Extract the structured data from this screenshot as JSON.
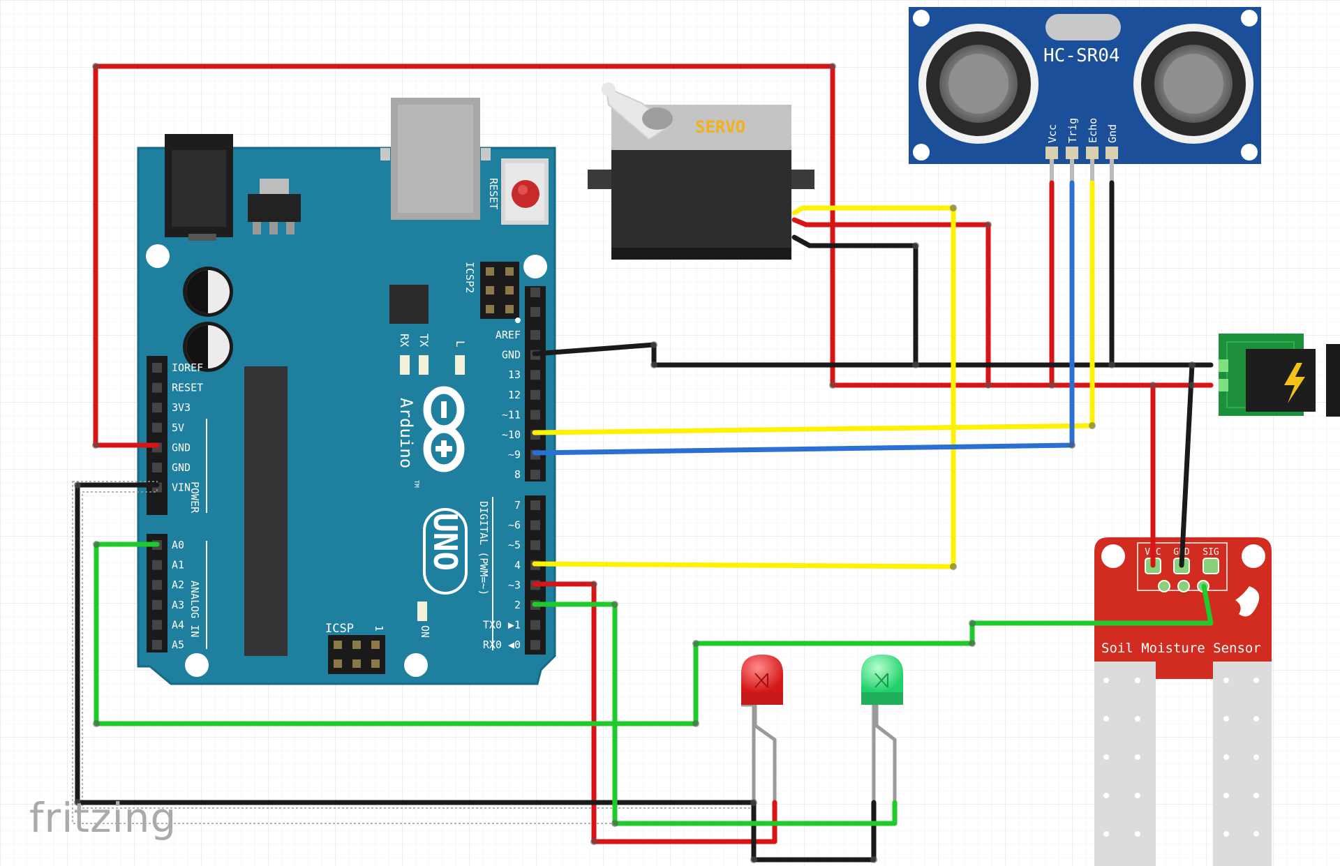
{
  "app": {
    "brand_text": "fritzing"
  },
  "arduino": {
    "reset_label": "RESET",
    "icsp2_label": "ICSP2",
    "icsp_label": "ICSP",
    "icsp_pin1": "1",
    "rx_label": "RX",
    "tx_label": "TX",
    "l_label": "L",
    "on_label": "ON",
    "brand_label": "Arduino",
    "tm_label": "TM",
    "model_label": "UNO",
    "power_label": "POWER",
    "analog_label": "ANALOG IN",
    "digital_label": "DIGITAL (PWM=~)",
    "power_pins": [
      "IOREF",
      "RESET",
      "3V3",
      "5V",
      "GND",
      "GND",
      "VIN"
    ],
    "analog_pins": [
      "A0",
      "A1",
      "A2",
      "A3",
      "A4",
      "A5"
    ],
    "digital_top_pins": [
      "AREF",
      "GND",
      "13",
      "12",
      "~11",
      "~10",
      "~9",
      "8"
    ],
    "digital_bottom_pins": [
      "7",
      "~6",
      "~5",
      "4",
      "~3",
      "2",
      "TX0 ▶1",
      "RX0 ◀0"
    ]
  },
  "servo": {
    "label": "SERVO"
  },
  "ultrasonic": {
    "model": "HC-SR04",
    "pins": [
      "Vcc",
      "Trig",
      "Echo",
      "Gnd"
    ]
  },
  "soil_sensor": {
    "label": "Soil Moisture Sensor",
    "pins": [
      "VCC",
      "GND",
      "SIG"
    ]
  },
  "power_jack": {
    "icon": "lightning-bolt-icon"
  },
  "leds": [
    {
      "name": "red-led",
      "color": "#e8302f"
    },
    {
      "name": "green-led",
      "color": "#2fe07a"
    }
  ],
  "colors": {
    "board": "#1e7f9e",
    "servo_body": "#2d2d2d",
    "ultrasonic_board": "#1b4f9a",
    "sensor_board": "#d22c20",
    "power_board": "#1e8f3a",
    "wire_red": "#d81414",
    "wire_black": "#1a1a1a",
    "wire_yellow": "#fff200",
    "wire_blue": "#2a6fd6",
    "wire_green": "#1fcb2a"
  }
}
